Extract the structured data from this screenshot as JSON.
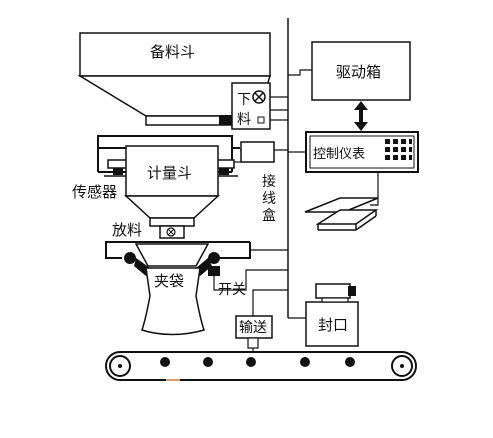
{
  "labels": {
    "hopper": "备料斗",
    "drive_box": "驱动箱",
    "feed_top": "下",
    "feed_bottom": "料",
    "control_meter": "控制仪表",
    "junction_chars": [
      "接",
      "线",
      "盒"
    ],
    "sensor": "传感器",
    "weighing_hopper": "计量斗",
    "discharge": "放料",
    "bag_clamp": "夹袋",
    "switch": "开关",
    "conveyor": "输送",
    "sealer": "封口"
  },
  "colors": {
    "line": "#111111",
    "fill_light": "#ffffff",
    "fill_dark": "#111111",
    "accent": "#d9a06a"
  }
}
